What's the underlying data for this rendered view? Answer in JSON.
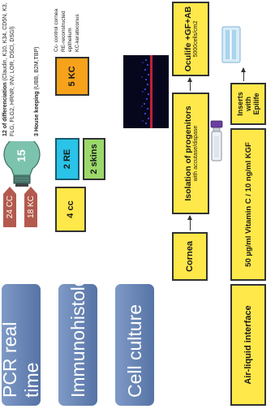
{
  "rows": {
    "pcr": "PCR real time",
    "ihc": "Immunohistology",
    "cell": "Cell culture"
  },
  "pcr": {
    "bulb_number": "15",
    "tag_24": "24 CC",
    "tag_18": "18 KC",
    "genes_title": "12 of differenciation",
    "genes_list": "(Claudin, K10, K34, CD5N, K3, FLG, FLG2, HRNR, INV, LOR, DSCl, DSGl)",
    "housekeeping_title": "3 House keeping",
    "housekeeping_list": "(UBB, B2M,TBP)"
  },
  "ihc": {
    "box_4cc": "4 cc",
    "box_2re": "2 RE",
    "box_2skins": "2 skins",
    "box_5kc": "5 KC",
    "legend": [
      "Cc- control cornea",
      "RE-reconstructed epithelium",
      "KC-keratoconus"
    ]
  },
  "culture": {
    "cornea": "Cornea",
    "isolation": "Isolation of progenitors",
    "isolation_sub": "with accutase/dispase",
    "oculife": "Oculife +GF+AB",
    "oculife_sub": "5000cells/cm2",
    "air_liquid": "Air-liquid interface",
    "kgf": "50 µg/ml Vitamin C / 10 ng/ml KGF",
    "epilife": "Inserts with Epilife"
  },
  "colors": {
    "row_label": "#6a86b8",
    "yellow": "#ffe84a",
    "green": "#9bd96a",
    "cyan": "#29c4e8",
    "orange": "#f7a21b",
    "bulb": "#7cc3ae",
    "tag": "#b35a4e"
  }
}
